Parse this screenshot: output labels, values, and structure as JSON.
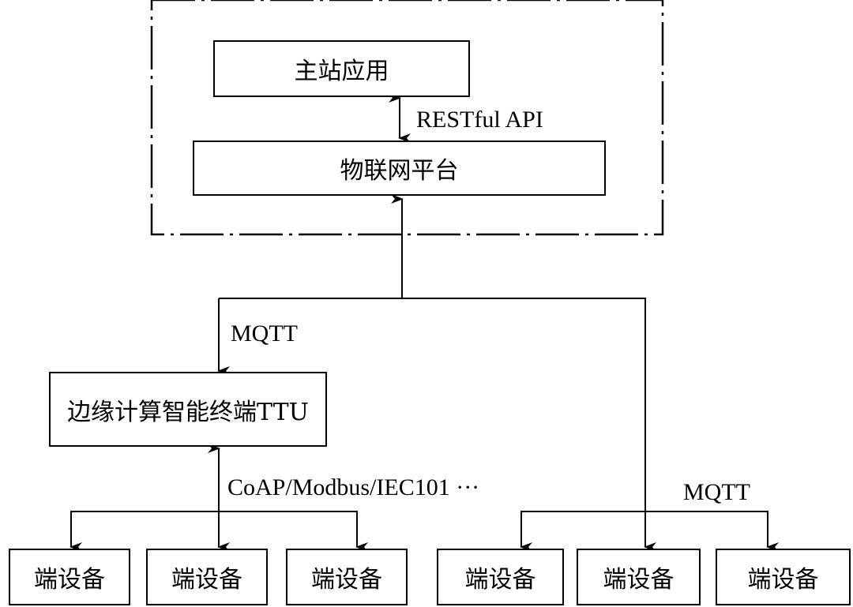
{
  "diagram": {
    "cloud_group": {
      "master_app": "主站应用",
      "iot_platform": "物联网平台",
      "api_label": "RESTful API"
    },
    "edge": {
      "ttu": "边缘计算智能终端TTU",
      "uplink_label_left": "MQTT",
      "downlink_protocols": "CoAP/Modbus/IEC101 ···"
    },
    "direct_link_label": "MQTT",
    "devices_left": [
      "端设备",
      "端设备",
      "端设备"
    ],
    "devices_right": [
      "端设备",
      "端设备",
      "端设备"
    ],
    "colors": {
      "line": "#000000",
      "background": "#ffffff"
    }
  }
}
